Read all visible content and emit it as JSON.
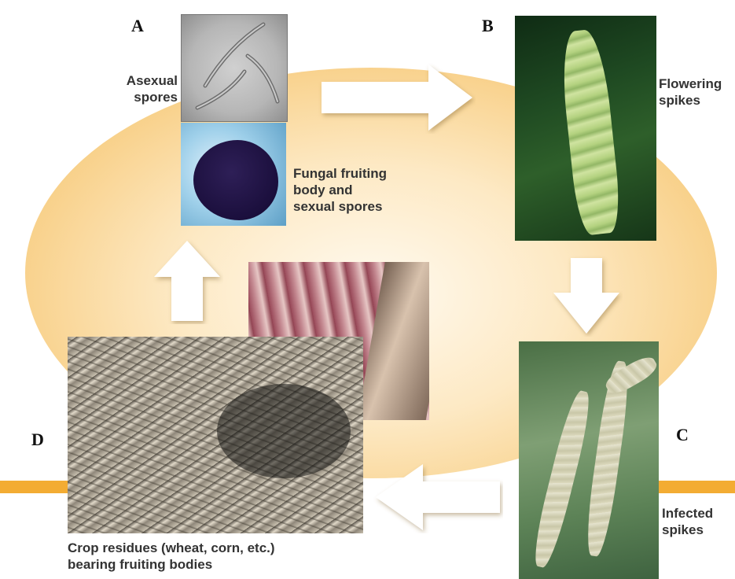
{
  "stages": {
    "a": {
      "letter": "A",
      "spores_label": [
        "Asexual",
        "spores"
      ],
      "fruiting_label": [
        "Fungal fruiting",
        "body and",
        "sexual spores"
      ]
    },
    "b": {
      "letter": "B",
      "label": [
        "Flowering",
        "spikes"
      ]
    },
    "c": {
      "letter": "C",
      "label": [
        "Infected",
        "spikes"
      ]
    },
    "d": {
      "letter": "D",
      "label": [
        "Crop residues (wheat, corn, etc.)",
        "bearing fruiting bodies"
      ]
    }
  },
  "colors": {
    "ellipse": "#f8cf86",
    "ground_line": "#f3ac33",
    "arrow_fill": "#ffffff"
  }
}
